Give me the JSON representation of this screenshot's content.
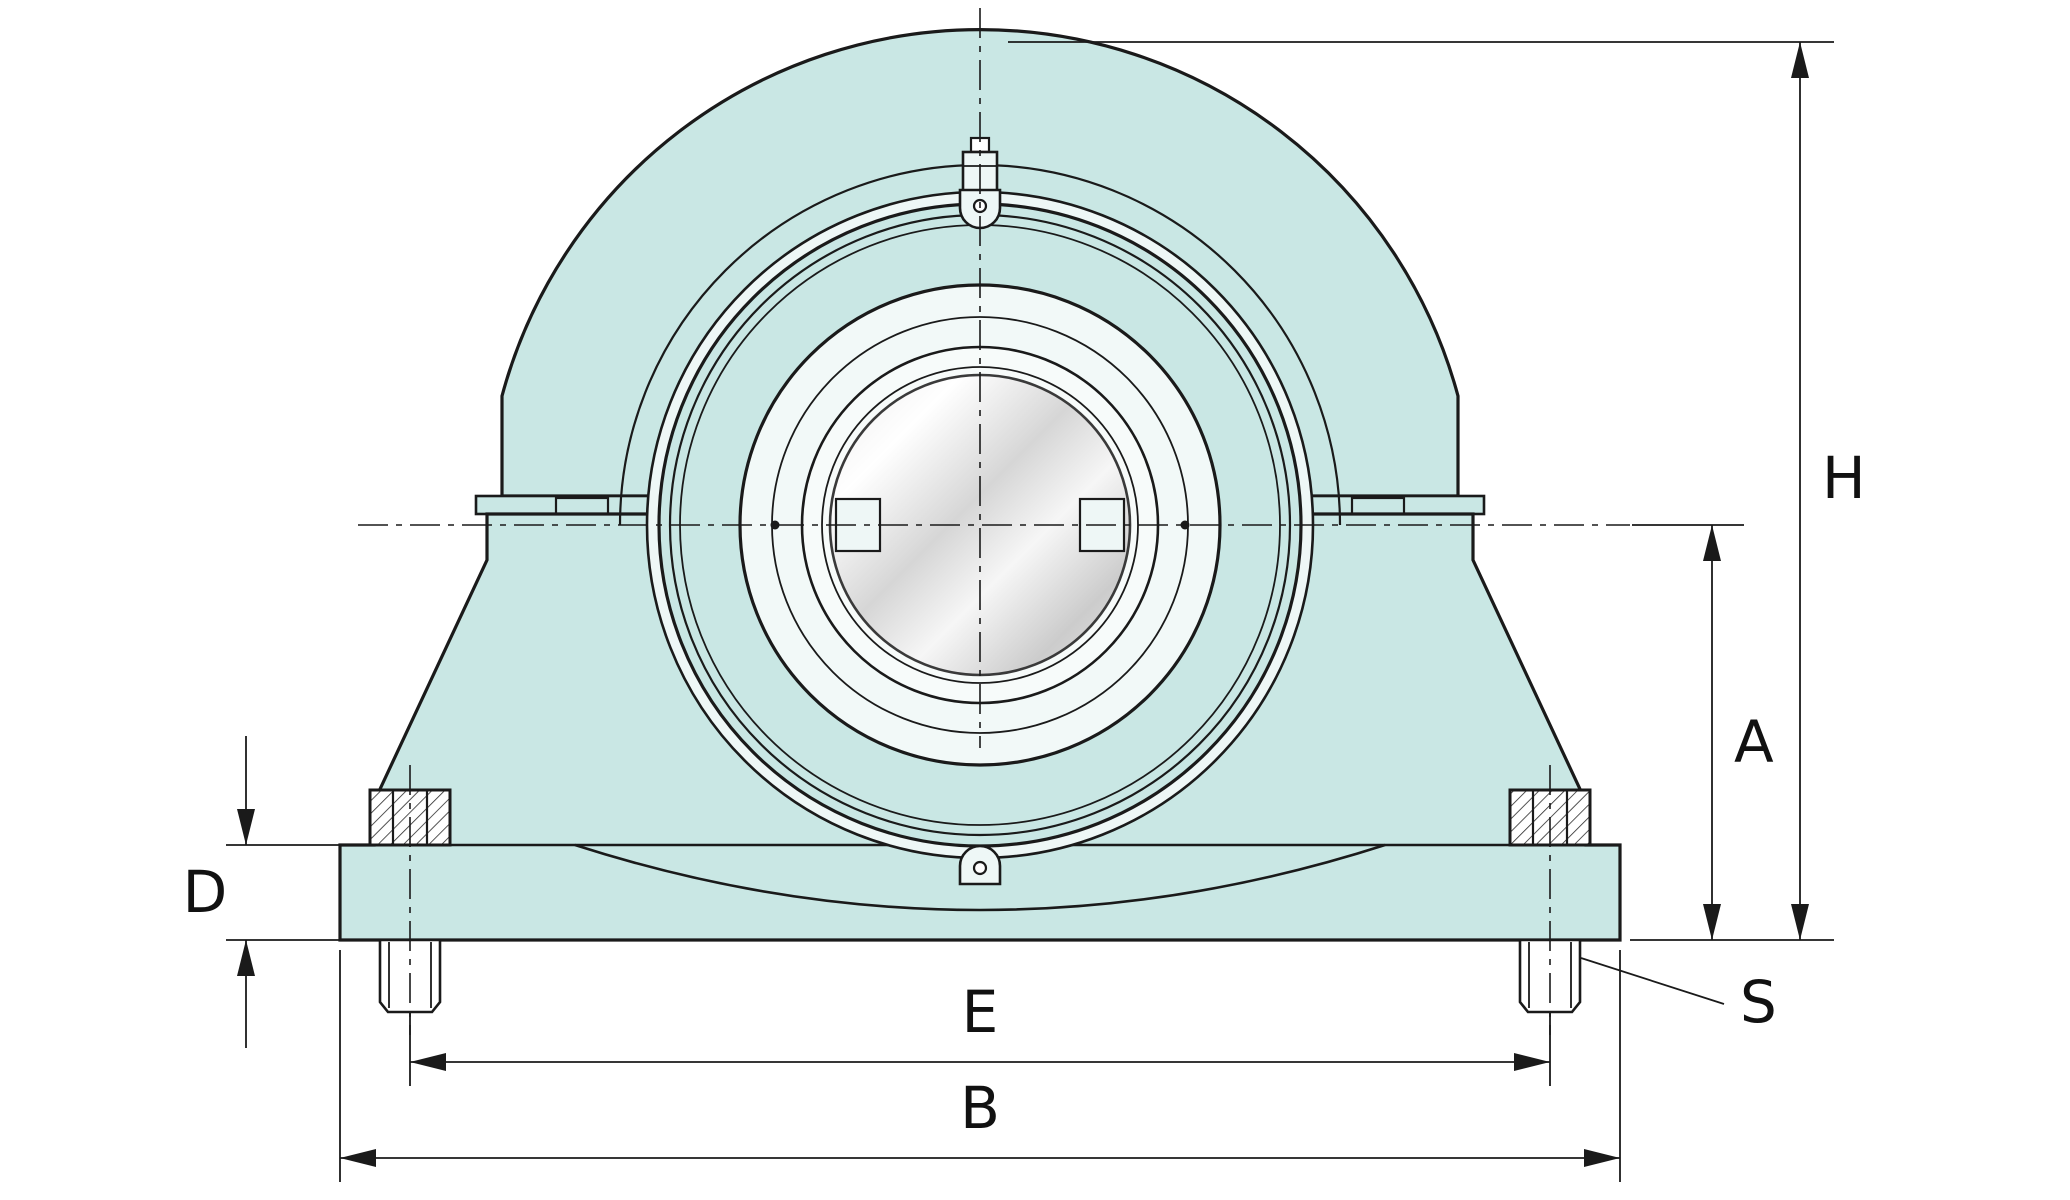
{
  "diagram": {
    "type": "technical-drawing",
    "subject": "Pillow block bearing housing, front view with dimension callouts",
    "dimension_labels": {
      "H": "H",
      "A": "A",
      "D": "D",
      "E": "E",
      "B": "B",
      "S": "S"
    },
    "colors": {
      "housing_fill": "#c9e7e4",
      "bearing_light_fill": "#eef7f6",
      "outline": "#1a1a1a",
      "background": "#ffffff"
    }
  }
}
